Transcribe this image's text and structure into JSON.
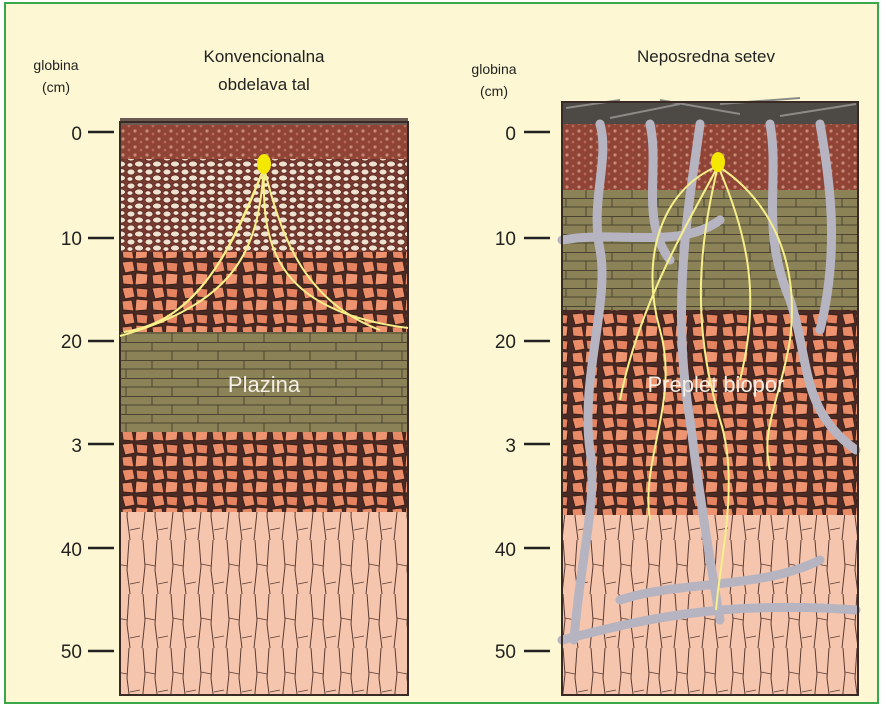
{
  "panels": [
    {
      "depth_label_line1": "globina",
      "depth_label_line2": "(cm)",
      "title_line1": "Konvencionalna",
      "title_line2": "obdelava tal",
      "layer_label": "Plazina",
      "ticks": [
        "0",
        "10",
        "20",
        "3",
        "40",
        "50"
      ]
    },
    {
      "depth_label_line1": "globina",
      "depth_label_line2": "(cm)",
      "title_line1": "Neposredna setev",
      "title_line2": "",
      "layer_label": "Preplet biopor",
      "ticks": [
        "0",
        "10",
        "20",
        "3",
        "40",
        "50"
      ]
    }
  ],
  "colors": {
    "frame_border": "#3aa84a",
    "background": "#fdf8d3",
    "topsoil": "#9a4a3c",
    "crumb_soil": "#efe1cf",
    "aggregate_soil": "#e88a66",
    "plough_pan": "#8b8258",
    "subsoil": "#f5c6ad",
    "root": "#f7ef8a",
    "seed": "#f5e800",
    "biopore": "#b7b4c2"
  }
}
